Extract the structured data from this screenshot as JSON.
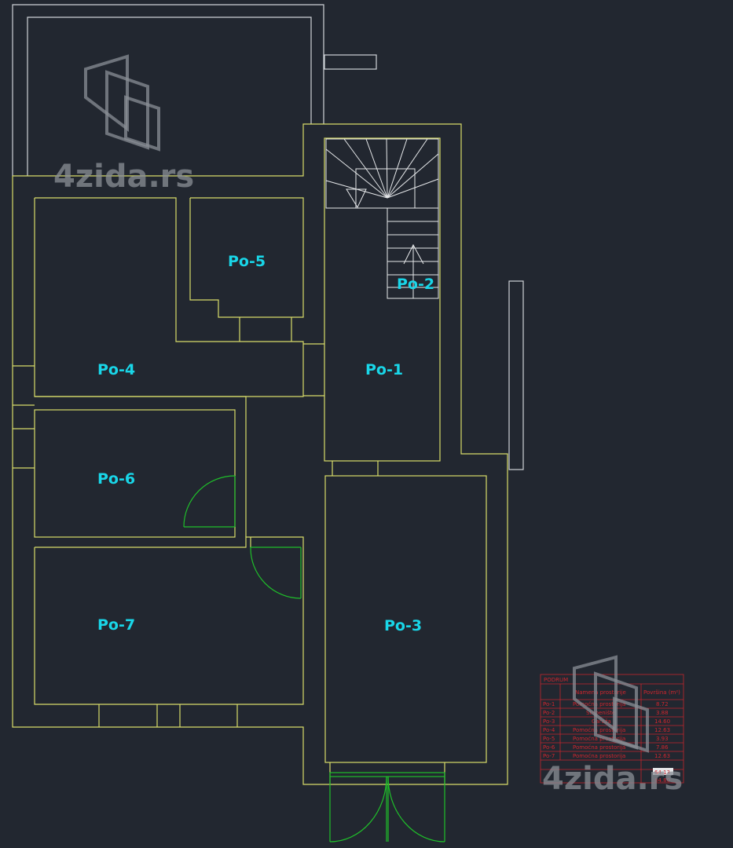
{
  "rooms": [
    {
      "id": "Po-1",
      "label": "Po-1"
    },
    {
      "id": "Po-2",
      "label": "Po-2"
    },
    {
      "id": "Po-3",
      "label": "Po-3"
    },
    {
      "id": "Po-4",
      "label": "Po-4"
    },
    {
      "id": "Po-5",
      "label": "Po-5"
    },
    {
      "id": "Po-6",
      "label": "Po-6"
    },
    {
      "id": "Po-7",
      "label": "Po-7"
    }
  ],
  "watermark": {
    "text": "4zida.rs"
  },
  "legend": {
    "title": "PODRUM",
    "headers": [
      "",
      "Namena prostorije",
      "Površina (m²)"
    ],
    "rows": [
      {
        "id": "Po-1",
        "name": "Pomoćna prostorija",
        "area": "8.72"
      },
      {
        "id": "Po-2",
        "name": "Stepenište",
        "area": "3.88"
      },
      {
        "id": "Po-3",
        "name": "Garaža",
        "area": "14.60"
      },
      {
        "id": "Po-4",
        "name": "Pomoćna prostorija",
        "area": "12.63"
      },
      {
        "id": "Po-5",
        "name": "Pomoćna prostorija",
        "area": "3.93"
      },
      {
        "id": "Po-6",
        "name": "Pomoćna prostorija",
        "area": "7.86"
      },
      {
        "id": "Po-7",
        "name": "Pomoćna prostorija",
        "area": "12.63"
      }
    ],
    "total_net": "64.13",
    "total_gross": "84.80"
  },
  "colors": {
    "background": "#222730",
    "walls": "#d8dc6a",
    "outer_walls": "#cfd3d8",
    "doors": "#1fbf2a",
    "labels": "#19d6e8",
    "legend": "#d0262e"
  }
}
